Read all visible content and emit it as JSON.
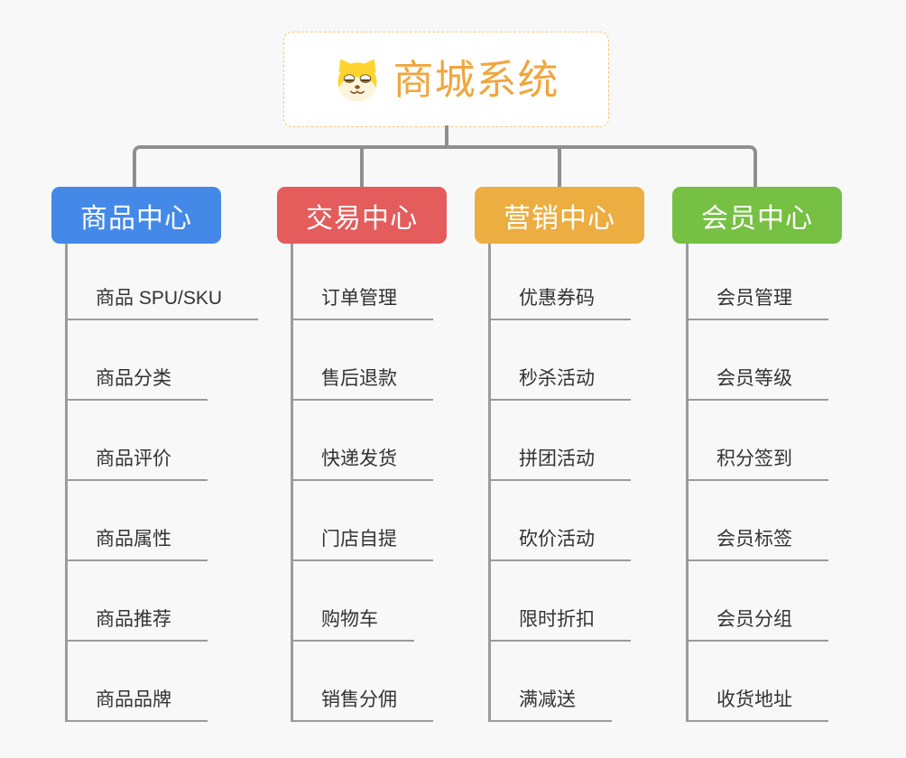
{
  "page": {
    "background_color": "#f8f8f8",
    "connector_color": "#8f8f8f",
    "underline_color": "#9b9b9b",
    "item_text_color": "#333333"
  },
  "root": {
    "title": "商城系统",
    "title_color": "#f0a63f",
    "border_color": "#f3c87e",
    "icon": "shiba-dog-icon"
  },
  "branches": [
    {
      "label": "商品中心",
      "color": "#4489e8",
      "items": [
        "商品 SPU/SKU",
        "商品分类",
        "商品评价",
        "商品属性",
        "商品推荐",
        "商品品牌"
      ]
    },
    {
      "label": "交易中心",
      "color": "#e45c5c",
      "items": [
        "订单管理",
        "售后退款",
        "快递发货",
        "门店自提",
        "购物车",
        "销售分佣"
      ]
    },
    {
      "label": "营销中心",
      "color": "#ecae41",
      "items": [
        "优惠券码",
        "秒杀活动",
        "拼团活动",
        "砍价活动",
        "限时折扣",
        "满减送"
      ]
    },
    {
      "label": "会员中心",
      "color": "#76c043",
      "items": [
        "会员管理",
        "会员等级",
        "积分签到",
        "会员标签",
        "会员分组",
        "收货地址"
      ]
    }
  ]
}
